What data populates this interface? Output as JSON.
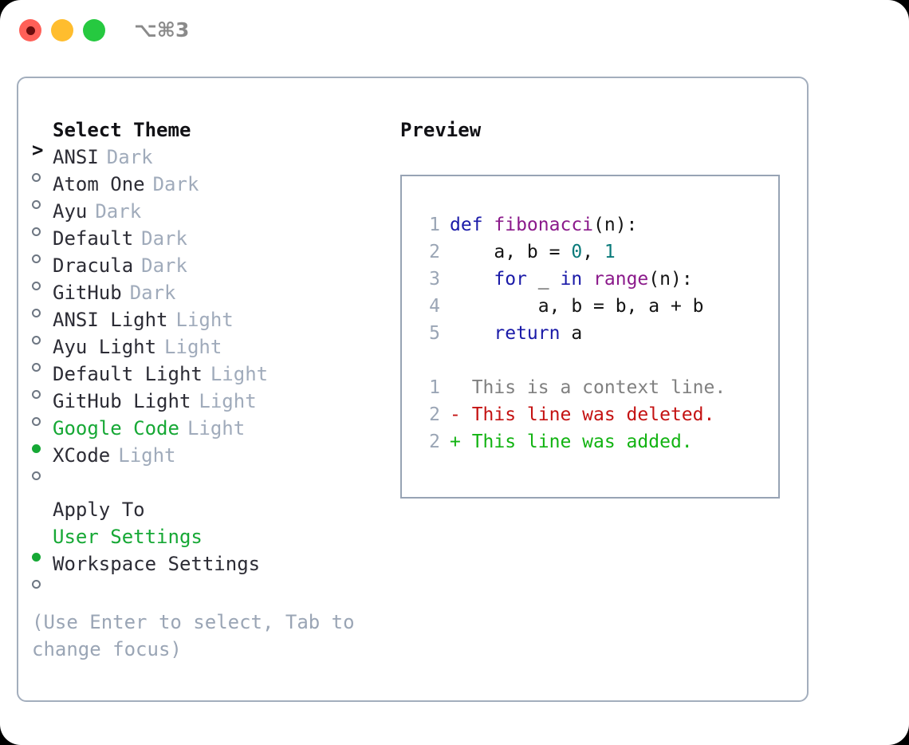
{
  "titlebar": {
    "shortcut": "⌥⌘3",
    "lights": [
      {
        "name": "close",
        "color": "#ff6058"
      },
      {
        "name": "minimize",
        "color": "#ffbd2e"
      },
      {
        "name": "maximize",
        "color": "#26c940"
      }
    ]
  },
  "theme_picker": {
    "header": "Select Theme",
    "prompt_marker": ">",
    "items": [
      {
        "name": "ANSI",
        "variant": "Dark",
        "selected": false
      },
      {
        "name": "Atom One",
        "variant": "Dark",
        "selected": false
      },
      {
        "name": "Ayu",
        "variant": "Dark",
        "selected": false
      },
      {
        "name": "Default",
        "variant": "Dark",
        "selected": false
      },
      {
        "name": "Dracula",
        "variant": "Dark",
        "selected": false
      },
      {
        "name": "GitHub",
        "variant": "Dark",
        "selected": false
      },
      {
        "name": "ANSI Light",
        "variant": "Light",
        "selected": false
      },
      {
        "name": "Ayu Light",
        "variant": "Light",
        "selected": false
      },
      {
        "name": "Default Light",
        "variant": "Light",
        "selected": false
      },
      {
        "name": "GitHub Light",
        "variant": "Light",
        "selected": false
      },
      {
        "name": "Google Code",
        "variant": "Light",
        "selected": true
      },
      {
        "name": "XCode",
        "variant": "Light",
        "selected": false
      }
    ]
  },
  "apply_to": {
    "header": "Apply To",
    "options": [
      {
        "label": "User Settings",
        "selected": true
      },
      {
        "label": "Workspace Settings",
        "selected": false
      }
    ]
  },
  "hint": "(Use Enter to select, Tab to change focus)",
  "preview": {
    "title": "Preview",
    "code_lines": [
      {
        "number": "1",
        "tokens": [
          {
            "text": "def ",
            "type": "kw"
          },
          {
            "text": "fibonacci",
            "type": "fn"
          },
          {
            "text": "(n):",
            "type": "plain"
          }
        ]
      },
      {
        "number": "2",
        "tokens": [
          {
            "text": "    a, b = ",
            "type": "plain"
          },
          {
            "text": "0",
            "type": "num"
          },
          {
            "text": ", ",
            "type": "plain"
          },
          {
            "text": "1",
            "type": "num"
          }
        ]
      },
      {
        "number": "3",
        "tokens": [
          {
            "text": "    for",
            "type": "kw"
          },
          {
            "text": " _ ",
            "type": "plain"
          },
          {
            "text": "in",
            "type": "kw"
          },
          {
            "text": " ",
            "type": "plain"
          },
          {
            "text": "range",
            "type": "fn"
          },
          {
            "text": "(n):",
            "type": "plain"
          }
        ]
      },
      {
        "number": "4",
        "tokens": [
          {
            "text": "        a, b = b, a + b",
            "type": "plain"
          }
        ]
      },
      {
        "number": "5",
        "tokens": [
          {
            "text": "    return",
            "type": "kw"
          },
          {
            "text": " a",
            "type": "plain"
          }
        ]
      }
    ],
    "diff_lines": [
      {
        "number": "1",
        "sign": " ",
        "text": "This is a context line.",
        "kind": "ctx"
      },
      {
        "number": "2",
        "sign": "-",
        "text": "This line was deleted.",
        "kind": "del"
      },
      {
        "number": "2",
        "sign": "+",
        "text": "This line was added.",
        "kind": "add"
      }
    ]
  },
  "colors": {
    "accent_green": "#16a835",
    "border": "#a3aebd",
    "preview_border": "#97a3b4",
    "muted": "#a0abbb",
    "hint": "#9aa5b5",
    "keyword": "#1a1aa8",
    "function": "#8b1a8b",
    "number": "#0a7a7a",
    "diff_delete": "#c41212",
    "diff_add": "#12b312",
    "diff_context": "#808080"
  }
}
